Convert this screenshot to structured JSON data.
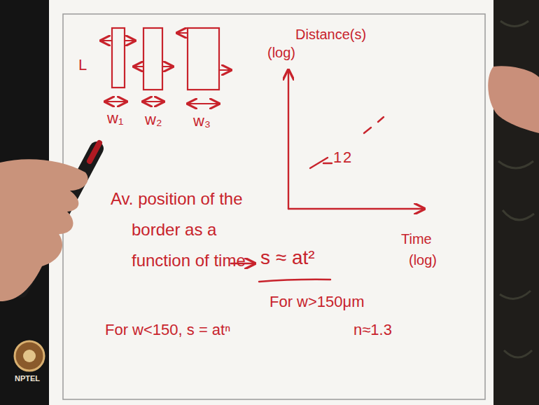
{
  "diagram": {
    "labels": [
      "L",
      "w₁",
      "w₂",
      "w₃",
      "Distance(s)",
      "(log)",
      "1",
      "2",
      "Time",
      "(log)",
      "Av. position of the border as a function of time",
      "s ≈ at²",
      "For w>150μm",
      "For w<150, s = atⁿ",
      "n≈1.3",
      "NPTEL"
    ]
  }
}
